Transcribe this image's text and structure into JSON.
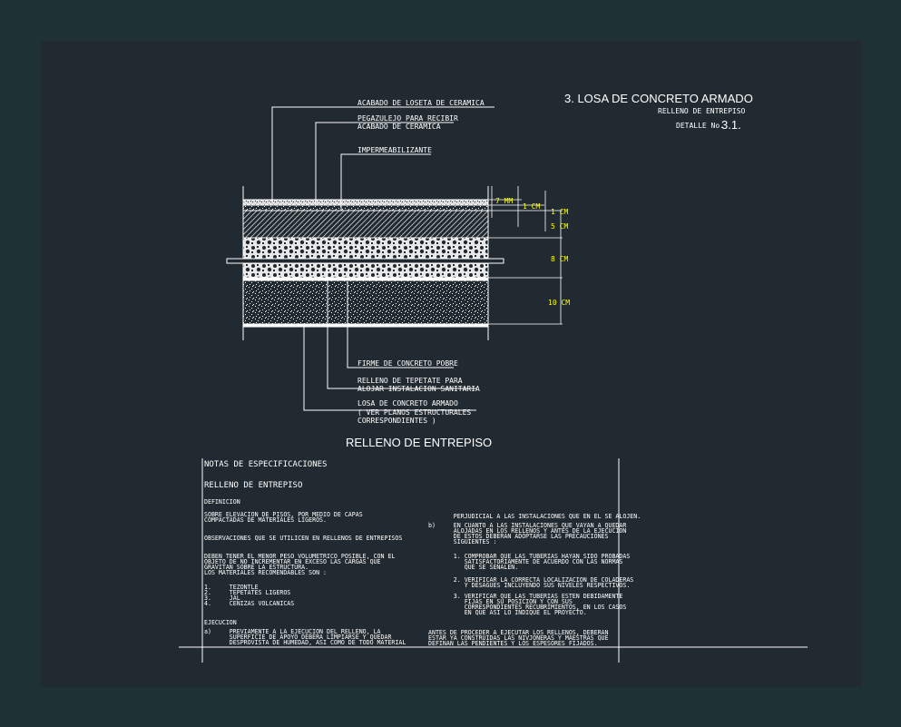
{
  "title": {
    "main": "3. LOSA DE CONCRETO ARMADO",
    "sub": "RELLENO DE ENTREPISO",
    "detail_label": "DETALLE No.",
    "detail_number": "3.1."
  },
  "labels_top": [
    "ACABADO DE LOSETA DE CERAMICA",
    "PEGAZULEJO PARA RECIBIR",
    "ACABADO DE CERAMICA",
    "IMPERMEABILIZANTE"
  ],
  "labels_bottom": [
    "FIRME DE CONCRETO POBRE",
    "RELLENO DE TEPETATE PARA",
    "ALOJAR INSTALACION SANITARIA",
    "LOSA DE CONCRETO ARMADO",
    "( VER PLANOS ESTRUCTURALES",
    "CORRESPONDIENTES )"
  ],
  "dimensions": [
    "7 MM",
    "1 CM",
    "1 CM",
    "5 CM",
    "8 CM",
    "10 CM"
  ],
  "drawing_title": "RELLENO DE ENTREPISO",
  "colors": {
    "background": "#212a30",
    "border": "#1e3236",
    "lines": "#ffffff",
    "dimensions": "#ffff00"
  },
  "notes": {
    "heading": "NOTAS DE ESPECIFICACIONES",
    "subheading": "RELLENO DE ENTREPISO",
    "left": [
      "DEFINICION",
      "SOBRE ELEVACION DE PISOS, POR MEDIO DE CAPAS",
      "COMPACTADAS DE MATERIALES LIGEROS.",
      "OBSERVACIONES QUE SE UTILICEN EN RELLENOS DE ENTREPISOS",
      "DEBEN TENER EL MENOR PESO VOLUMETRICO POSIBLE, CON EL",
      "OBJETO DE NO INCREMENTAR EN EXCESO LAS CARGAS QUE",
      "GRAVITAN SOBRE LA ESTRUCTURA.",
      "LOS MATERIALES RECOMENDABLES SON :",
      "1.     TEZONTLE",
      "2.     TEPETATES LIGEROS",
      "3.     JAL",
      "4.     CENIZAS VOLCANICAS",
      "EJECUCION",
      "a)     PREVIAMENTE A LA EJECUCION DEL RELLENO, LA",
      "       SUPERFICIE DE APOYO DEBERA LIMPIARSE Y QUEDAR",
      "       DESPROVISTA DE HUMEDAD, ASI COMO DE TODO MATERIAL"
    ],
    "right": [
      "       PERJUDICIAL A LAS INSTALACIONES QUE EN EL SE ALOJEN.",
      "b)     EN CUANTO A LAS INSTALACIONES QUE VAYAN A QUEDAR",
      "       ALOJADAS EN LOS RELLENOS Y ANTES DE LA EJECUCION",
      "       DE ESTOS DEBERAN ADOPTARSE LAS PRECAUCIONES",
      "       SIGUIENTES :",
      "       1. COMPROBAR QUE LAS TUBERIAS HAYAN SIDO PROBADAS",
      "          SATISFACTORIAMENTE DE ACUERDO CON LAS NORMAS",
      "          QUE SE SEÑALEN.",
      "       2. VERIFICAR LA CORRECTA LOCALIZACION DE COLADERAS",
      "          Y DESAGUES INCLUYENDO SUS NIVELES RESPECTIVOS.",
      "       3. VERIFICAR QUE LAS TUBERIAS ESTEN DEBIDAMENTE",
      "          FIJAS EN SU POSICION Y CON SUS",
      "          CORRESPONDIENTES RECUBRIMIENTOS, EN LOS CASOS",
      "          EN QUE ASI LO INDIQUE EL PROYECTO.",
      "ANTES DE PROCEDER A EJECUTAR LOS RELLENOS, DEBERAN",
      "ESTAR YA CONSTRUIDAS LAS NIVJONERAS Y MAESTRAS QUE",
      "DEFINAN LAS PENDIENTES Y LOS ESPESORES FIJADOS."
    ]
  }
}
